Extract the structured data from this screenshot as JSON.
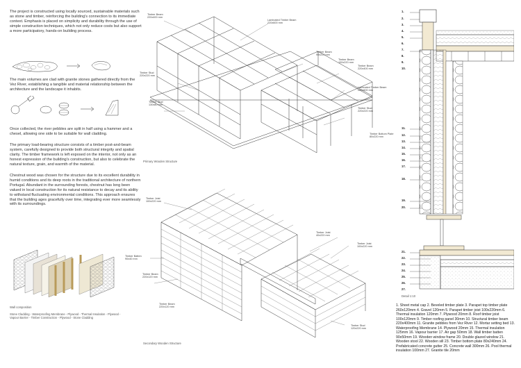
{
  "paragraphs": {
    "p1": "The project is constructed using locally sourced, sustainable materials such as stone and timber, reinforcing the building's connection to its immediate context. Emphasis is placed on simplicity and durability through the use of simple construction techniques, which not only reduce costs but also support a more participatory, hands-on building process.",
    "p2": "The main volumes are clad with granite stones gathered directly from the Vez River, establishing a tangible and material relationship between the architecture and the landscape it inhabits.",
    "p3": "Once collected, the river pebbles are split in half using a hammer and a chesel, allowing one side to be suitable for wall cladding.",
    "p4": "The primary load-bearing structure consists of a timber post-and-beam system, carefully designed to provide both structural integrity and spatial clarity. The timber framework is left exposed on the interior, not only as an honest expression of the building's construction, but also to celebrate the natural texture, grain, and warmth of the material.",
    "p5": "Chestnut wood was chosen for the structure due to its excellent durability in humid conditions and its deep roots in the traditional architecture of northern Portugal. Abundant in the surrounding forests, chestnut has long been valued in local construction for its natural resistance to decay and its ability to withstand fluctuating environmental conditions. This approach ensures that the building ages gracefully over time, integrating ever more seamlessly with its surroundings."
  },
  "wall_composition": {
    "title": "Wall composition",
    "layers": "Stone Cladding - Waterproofing Membrane - Plywood - Thermal Insulation - Plywood - Vapour Barrier - Timber Construction - Plywood - Stone Cladding"
  },
  "primary_structure": {
    "caption": "Primary Wooden Structure",
    "labels": {
      "l1": "Timber Beam\n220x400 mm",
      "l2": "Laminated Timber Beam\n220x600 mm",
      "l3": "Timber Beam\n90x220 mm",
      "l4": "Timber Beam\n100x220 mm",
      "l5": "Timber Beam\n220x400 mm",
      "l6": "Timber Stud\n220x220 mm",
      "l7": "Laminated Timber Beam\n220x600 mm",
      "l8": "Timber Stud\n130x80 mm",
      "l9": "Timber Stud\n220x220 mm",
      "l10": "Timber Bottom Plate\n80x220 mm"
    }
  },
  "secondary_structure": {
    "caption": "Secondary Wooden Structure",
    "labels": {
      "s1": "Timber Joist\n100x220 mm",
      "s2": "Timber Joist\n40x220 mm",
      "s3": "Timber Joist\n100x220 mm",
      "s4": "Timber Batten\n90x40 mm",
      "s5": "Timber Beam\n220x120 mm",
      "s6": "Timber Beam\n220x120 mm",
      "s7": "Timber Stud\n120x220 mm"
    }
  },
  "detail": {
    "caption": "Detail 1:10",
    "numbers": [
      "1.",
      "2.",
      "3.",
      "4.",
      "5.",
      "6.",
      "7.",
      "8.",
      "9.",
      "10.",
      "11.",
      "12.",
      "13.",
      "14.",
      "15.",
      "16.",
      "17.",
      "18.",
      "19.",
      "20.",
      "21.",
      "22.",
      "23.",
      "24.",
      "25.",
      "26.",
      "27."
    ]
  },
  "legend_text": "1. Sheet metal cap 2. Beveled timber plate 3. Parapet top timber plate 260x120mm 4. Gravel 120mm 5. Parapet timber joist 100x220mm 6. Thermal insulation 120mm 7. Plywood 20mm 8. Roof timber joist 100x120mm 9. Timber roofing panel 30mm 10. Structural timber beam 220x400mm 11. Granite pebbles from Vez River 12. Mortar setting bed 13. Waterproofing Membrane 14. Plywood 20mm 15. Thermal insulation 125mm 16. Vapour barrier 17. Air gap 50mm 18. Wall timber batten 90x50mm 19. Wooden window frame 20. Double glazed window 21. Wooden stool 22. Wooden sill 23. Timber bottom plate 80x240mm 24. Prefabricated concrete gutter 25. Concrete wall 300mm 26. Pool thermal insulation 100mm 27. Granite tile 20mm"
}
